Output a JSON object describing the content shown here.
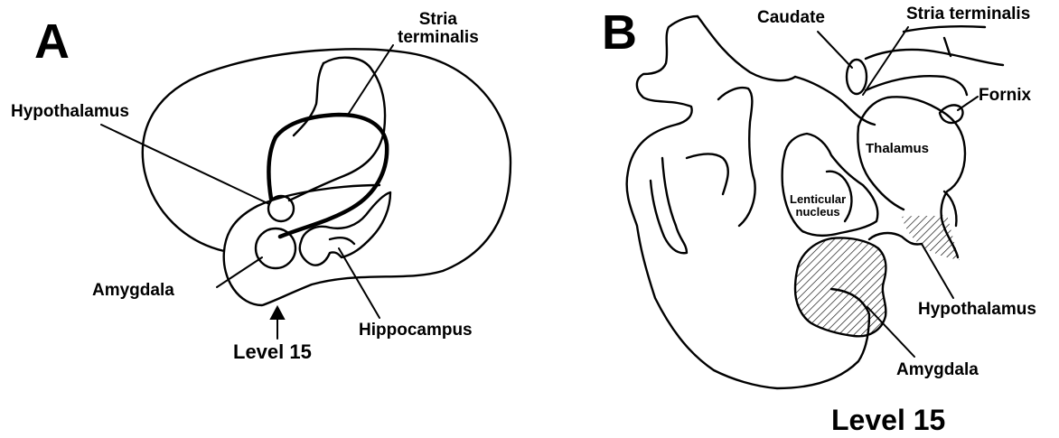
{
  "panel_a": {
    "letter": "A",
    "labels": {
      "stria_line1": "Stria",
      "stria_line2": "terminalis",
      "hypothalamus": "Hypothalamus",
      "amygdala": "Amygdala",
      "hippocampus": "Hippocampus",
      "level": "Level 15"
    }
  },
  "panel_b": {
    "letter": "B",
    "labels": {
      "caudate": "Caudate",
      "stria": "Stria terminalis",
      "fornix": "Fornix",
      "thalamus": "Thalamus",
      "lenticular_line1": "Lenticular",
      "lenticular_line2": "nucleus",
      "hypothalamus": "Hypothalamus",
      "amygdala": "Amygdala",
      "level": "Level 15"
    }
  },
  "colors": {
    "ink": "#000000",
    "background": "#ffffff"
  }
}
